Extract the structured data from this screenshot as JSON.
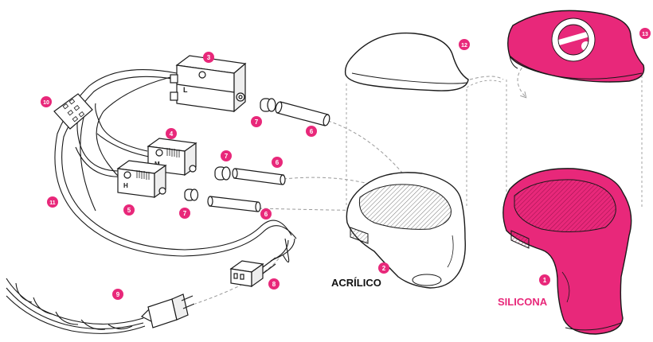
{
  "colors": {
    "accent": "#e8287a",
    "accent_dark": "#b0135a",
    "outline": "#1a1a1a",
    "label_dark": "#111111",
    "dash": "#9a9a9a"
  },
  "parts": [
    {
      "id": "driver-low",
      "number": "3"
    },
    {
      "id": "driver-mid",
      "number": "4"
    },
    {
      "id": "driver-high",
      "number": "5"
    },
    {
      "id": "tube-a",
      "number": "6"
    },
    {
      "id": "tube-b",
      "number": "6"
    },
    {
      "id": "tube-c",
      "number": "6"
    },
    {
      "id": "damper-a",
      "number": "7"
    },
    {
      "id": "damper-b",
      "number": "7"
    },
    {
      "id": "damper-c",
      "number": "7"
    },
    {
      "id": "socket",
      "number": "8"
    },
    {
      "id": "plug",
      "number": "9"
    },
    {
      "id": "crossover-board",
      "number": "10"
    },
    {
      "id": "wires",
      "number": "11"
    },
    {
      "id": "acrylic-faceplate",
      "number": "12"
    },
    {
      "id": "silicone-faceplate",
      "number": "13"
    },
    {
      "id": "acrylic-shell",
      "number": "2"
    },
    {
      "id": "silicone-shell",
      "number": "1"
    }
  ],
  "driver_letters": {
    "low": "L",
    "mid": "M",
    "high": "H"
  },
  "labels": {
    "acrylic": "ACRÍLICO",
    "silicone": "SILICONA"
  }
}
